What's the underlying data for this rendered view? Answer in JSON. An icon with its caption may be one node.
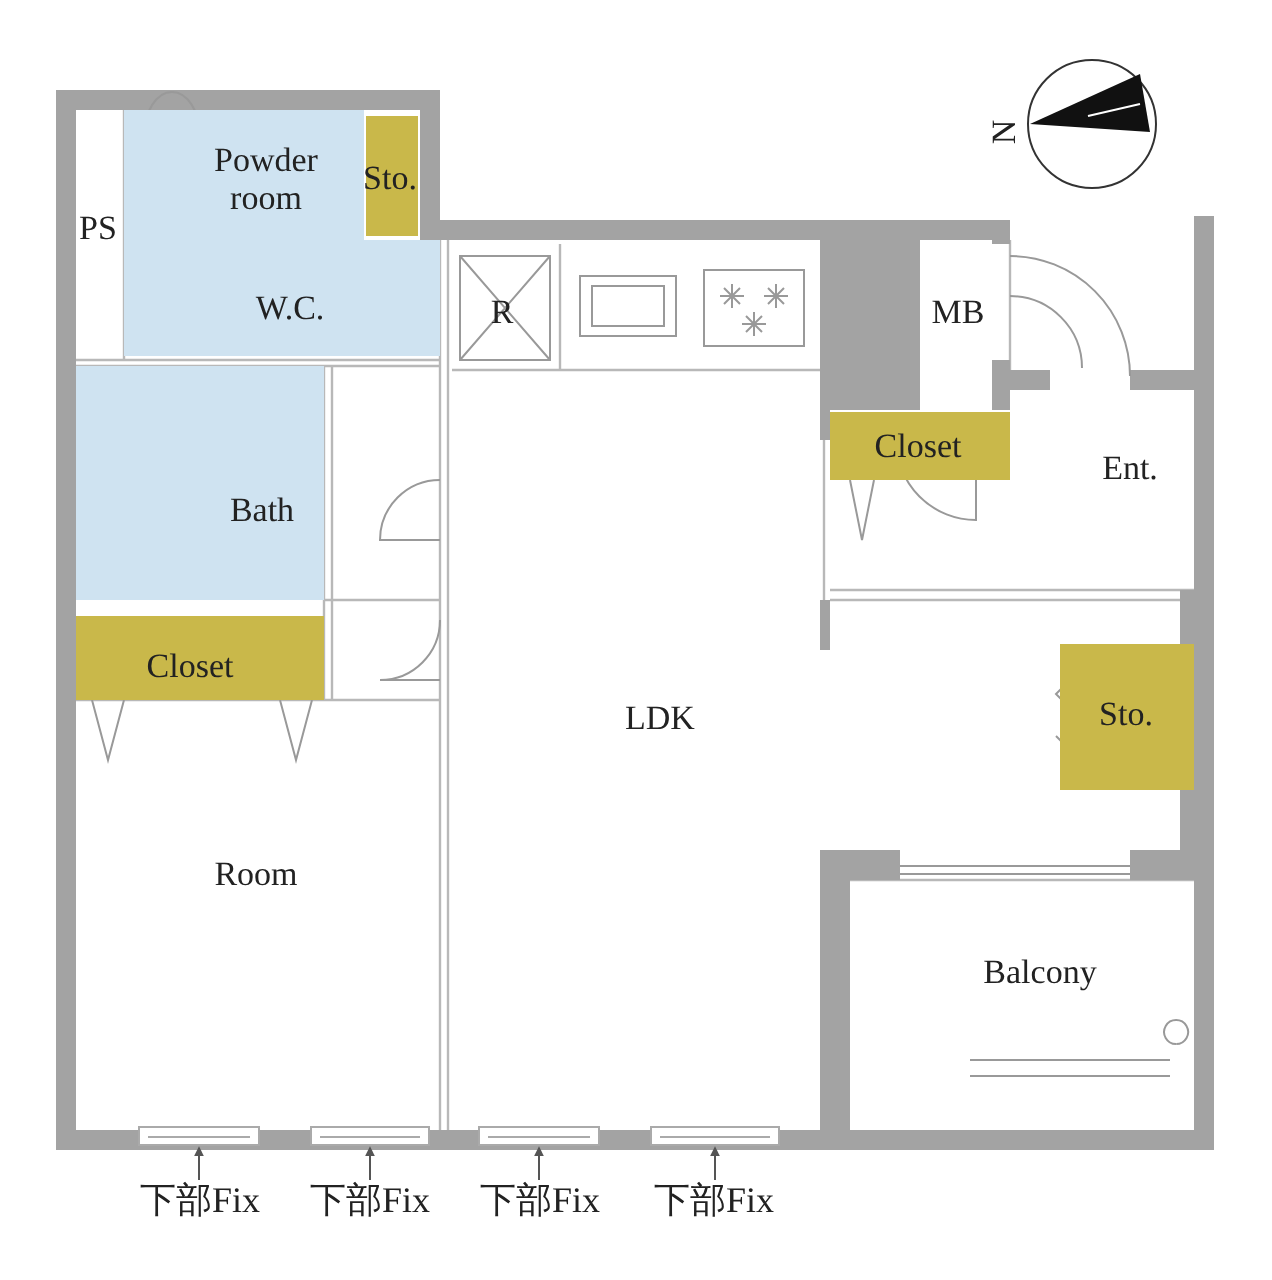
{
  "diagram": {
    "nodes": [
      {
        "text": [
          "Powder room"
        ]
      },
      {
        "text": [
          "Sto."
        ]
      },
      {
        "text": [
          "PS"
        ]
      },
      {
        "text": [
          "W.C."
        ]
      },
      {
        "text": [
          "R"
        ]
      },
      {
        "text": [
          "MB"
        ]
      },
      {
        "text": [
          "Closet"
        ]
      },
      {
        "text": [
          "Ent."
        ]
      },
      {
        "text": [
          "Bath"
        ]
      },
      {
        "text": [
          "Closet"
        ]
      },
      {
        "text": [
          "LDK"
        ]
      },
      {
        "text": [
          "Sto."
        ]
      },
      {
        "text": [
          "Room"
        ]
      },
      {
        "text": [
          "Balcony"
        ]
      },
      {
        "text": [],
        "shape": "bar"
      },
      {
        "text": [],
        "shape": "bar"
      },
      {
        "text": [],
        "shape": "bar"
      },
      {
        "text": [],
        "shape": "bar"
      },
      {
        "text": [
          "下部Fix"
        ]
      },
      {
        "text": [
          "下部Fix"
        ]
      },
      {
        "text": [
          "下部Fix"
        ]
      },
      {
        "text": [
          "下部Fix"
        ]
      }
    ],
    "edges": [
      {
        "from": 18,
        "to": 14,
        "arrow": "to"
      },
      {
        "from": 19,
        "to": 15,
        "arrow": "to"
      },
      {
        "from": 20,
        "to": 16,
        "arrow": "to"
      },
      {
        "from": 21,
        "to": 17,
        "arrow": "to"
      }
    ],
    "labels": [
      "N"
    ]
  }
}
